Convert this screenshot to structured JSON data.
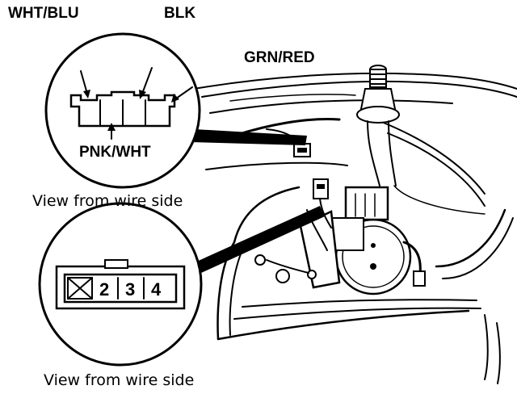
{
  "labels": {
    "wht_blu": "WHT/BLU",
    "blk": "BLK",
    "grn_red": "GRN/RED",
    "pnk_wht": "PNK/WHT"
  },
  "captions": {
    "top": "View from wire side",
    "bottom": "View from wire side"
  },
  "connector_pins": [
    "2",
    "3",
    "4"
  ],
  "colors": {
    "ink": "#000000",
    "paper": "#ffffff"
  }
}
